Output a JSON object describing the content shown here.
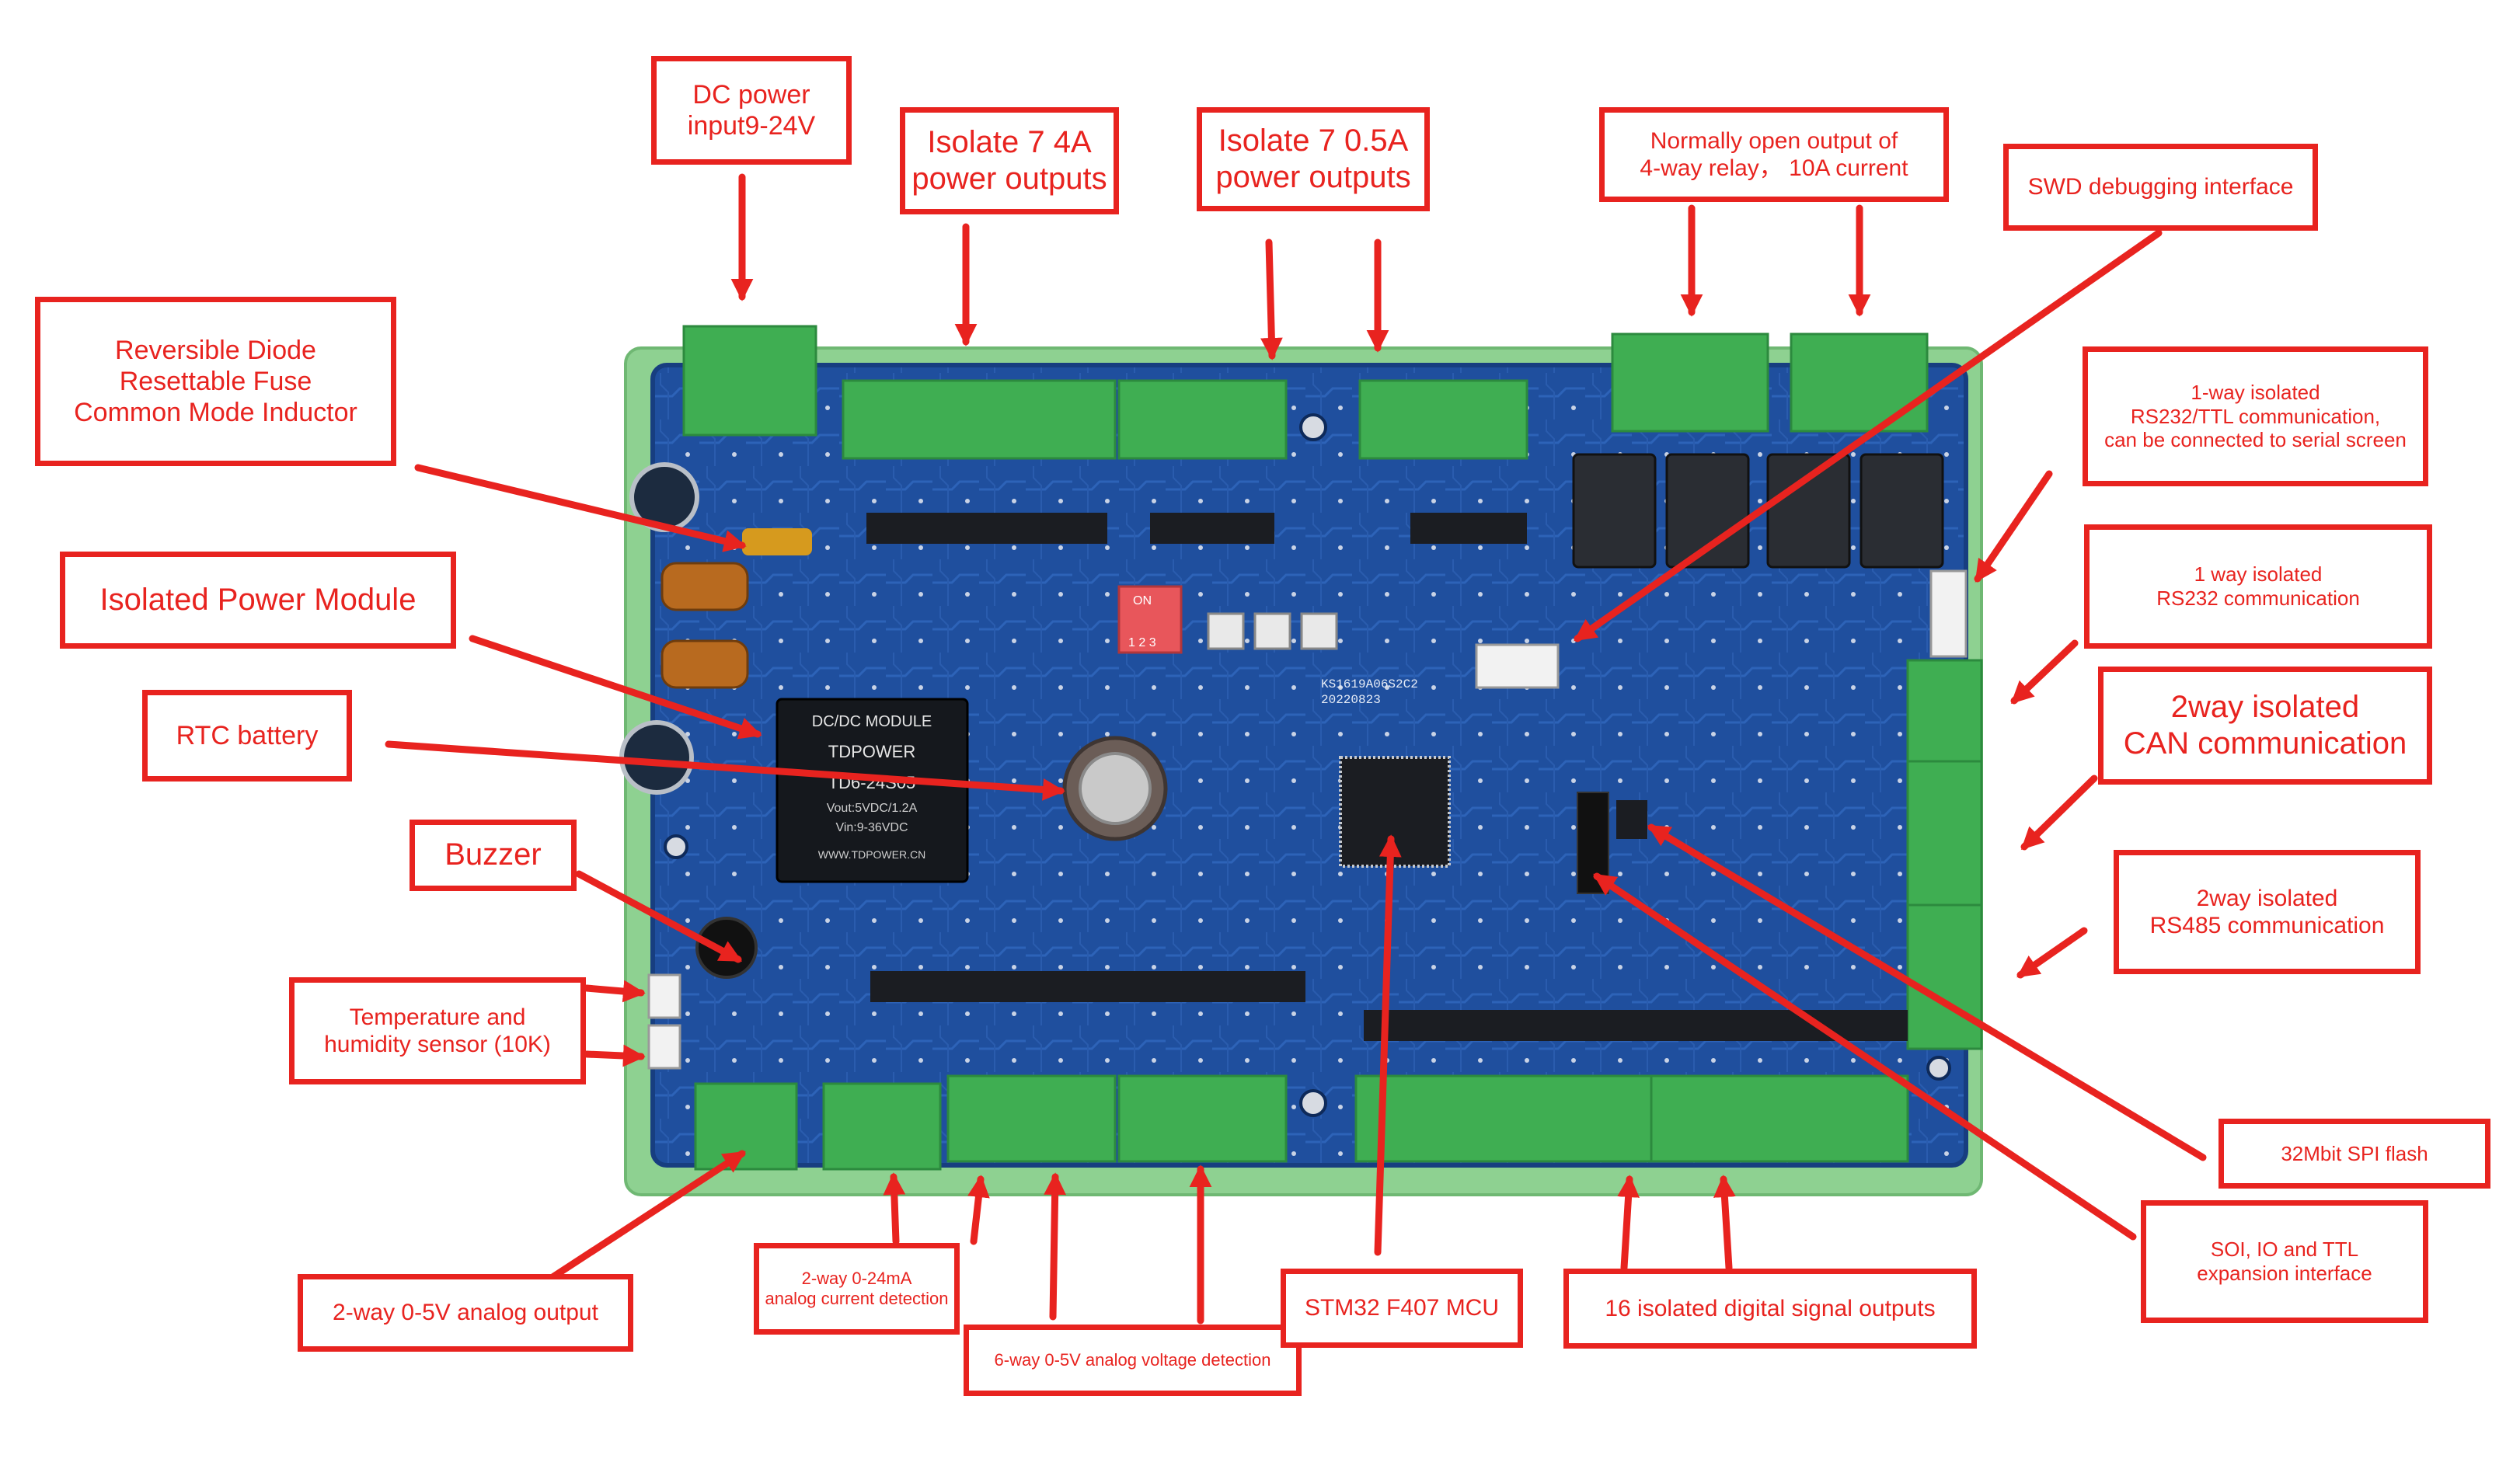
{
  "image": {
    "board_text": {
      "dcdc_title": "DC/DC MODULE",
      "dcdc_brand": "TDPOWER",
      "dcdc_model": "TD6-24S05",
      "dcdc_vout": "Vout:5VDC/1.2A",
      "dcdc_vin": "Vin:9-36VDC",
      "dcdc_url": "WWW.TDPOWER.CN",
      "board_id": "KS1619A06S2C2",
      "board_date": "20220823",
      "dip_on": "ON",
      "dip_nums": "1 2 3"
    }
  },
  "labels": {
    "dc_power": "DC power\ninput9-24V",
    "iso_4a": "Isolate 7 4A\npower outputs",
    "iso_05a": "Isolate 7 0.5A\npower outputs",
    "relay": "Normally open output of\n4-way relay，  10A current",
    "swd": "SWD debugging interface",
    "diode": "Reversible Diode\nResettable Fuse\nCommon Mode Inductor",
    "rs232_ttl": "1-way isolated\nRS232/TTL communication,\ncan be connected to serial screen",
    "iso_power": "Isolated Power Module",
    "rs232": "1 way isolated\nRS232 communication",
    "rtc": "RTC battery",
    "can": "2way isolated\nCAN communication",
    "buzzer": "Buzzer",
    "rs485": "2way isolated\nRS485 communication",
    "temp": "Temperature and\nhumidity sensor (10K)",
    "spi_flash": "32Mbit SPI flash",
    "soi": "SOI,   IO and TTL\nexpansion interface",
    "analog_out": "2-way 0-5V analog output",
    "current_det": "2-way 0-24mA\nanalog current detection",
    "voltage_det": "6-way 0-5V analog voltage detection",
    "mcu": "STM32 F407 MCU",
    "digital_out": "16 isolated digital signal outputs"
  },
  "colors": {
    "annotation": "#e8231f",
    "pcb": "#1f4f9e",
    "terminal": "#3fae52",
    "din_rail": "#8ed191"
  }
}
